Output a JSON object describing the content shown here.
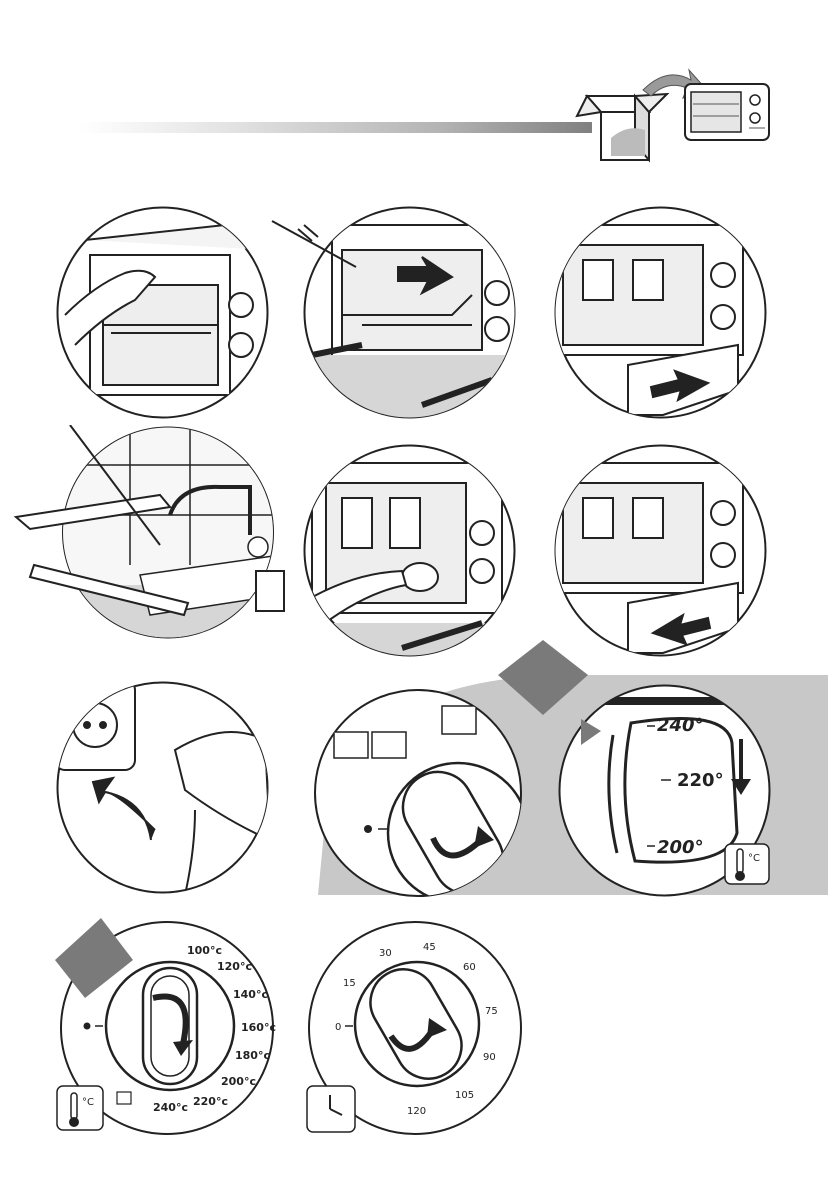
{
  "temp_window": {
    "values": [
      "240°",
      "220°",
      "200°"
    ]
  },
  "thermostat_dial": {
    "values": [
      "100°c",
      "120°c",
      "140°c",
      "160°c",
      "180°c",
      "200°c",
      "220°c",
      "240°c"
    ]
  },
  "timer_dial": {
    "values": [
      "0",
      "15",
      "30",
      "45",
      "60",
      "75",
      "90",
      "105",
      "120"
    ]
  },
  "badge": {
    "celsius": "°C",
    "celsius_small": "°C"
  },
  "colors": {
    "ink": "#222222",
    "panel_gray": "#c8c8c8",
    "badge_gray": "#7a7a7a",
    "floor_gray": "#d6d6d6"
  }
}
